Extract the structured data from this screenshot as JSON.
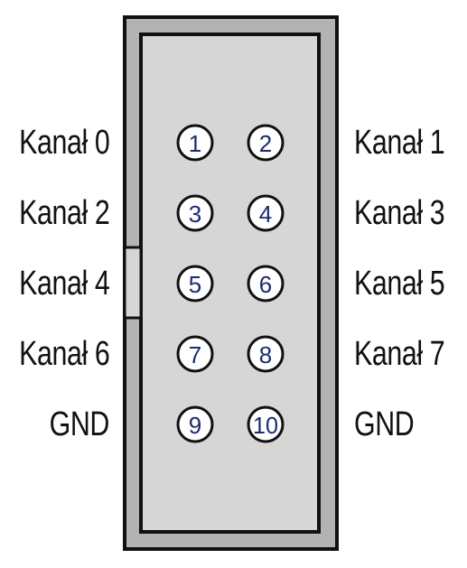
{
  "colors": {
    "housing_outer": "#b3b3b3",
    "housing_inner": "#d6d6d6",
    "outline": "#111111",
    "pin_fill": "#ffffff",
    "pin_number": "#1a2a78"
  },
  "pins": [
    {
      "number": "1",
      "label": "Kanał 0"
    },
    {
      "number": "2",
      "label": "Kanał 1"
    },
    {
      "number": "3",
      "label": "Kanał 2"
    },
    {
      "number": "4",
      "label": "Kanał 3"
    },
    {
      "number": "5",
      "label": "Kanał 4"
    },
    {
      "number": "6",
      "label": "Kanał 5"
    },
    {
      "number": "7",
      "label": "Kanał 6"
    },
    {
      "number": "8",
      "label": "Kanał 7"
    },
    {
      "number": "9",
      "label": "GND"
    },
    {
      "number": "10",
      "label": "GND"
    }
  ]
}
